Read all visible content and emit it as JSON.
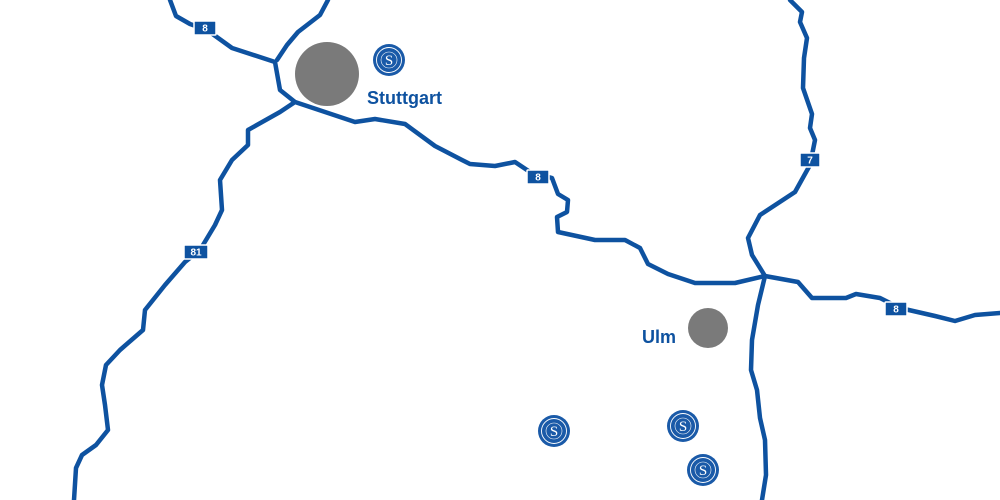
{
  "colors": {
    "road": "#0e52a0",
    "city_dot": "#7a7a7a",
    "label": "#0e52a0",
    "marker": "#1a5aa8"
  },
  "cities": [
    {
      "name": "Stuttgart",
      "size": "large"
    },
    {
      "name": "Ulm",
      "size": "medium"
    }
  ],
  "roads": [
    {
      "id": "A8-west"
    },
    {
      "id": "A8-east"
    },
    {
      "id": "A7"
    },
    {
      "id": "A7-south"
    },
    {
      "id": "A81"
    },
    {
      "id": "northwest-road"
    }
  ],
  "road_shields": [
    {
      "label": "8"
    },
    {
      "label": "8"
    },
    {
      "label": "7"
    },
    {
      "label": "81"
    },
    {
      "label": "8"
    }
  ],
  "markers": [
    {
      "icon": "location-seal-icon",
      "letter": "S"
    },
    {
      "icon": "location-seal-icon",
      "letter": "S"
    },
    {
      "icon": "location-seal-icon",
      "letter": "S"
    },
    {
      "icon": "location-seal-icon",
      "letter": "S"
    }
  ]
}
